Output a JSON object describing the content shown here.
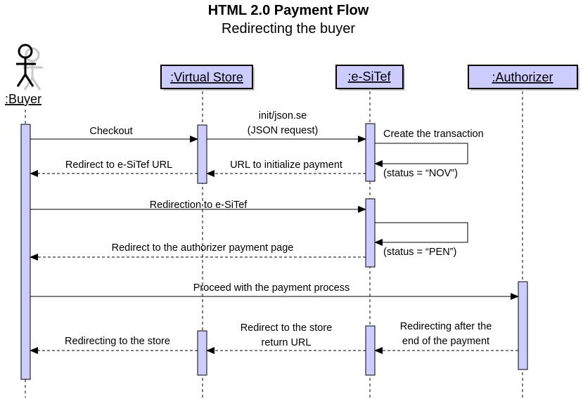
{
  "title": "HTML 2.0 Payment Flow",
  "subtitle": "Redirecting the buyer",
  "participants": {
    "buyer": ":Buyer",
    "store": ":Virtual Store",
    "esitef": ":e-SiTef",
    "authorizer": ":Authorizer"
  },
  "messages": {
    "checkout": "Checkout",
    "init_line1": "init/json.se",
    "init_line2": "(JSON request)",
    "create_tx": "Create the transaction",
    "url_init": "URL to initialize payment",
    "redirect_esitef_url": "Redirect to e-SiTef URL",
    "status_nov": "(status = “NOV”)",
    "redirection_esitef": "Redirection to e-SiTef",
    "status_pen": "(status = “PEN”)",
    "redirect_authorizer": "Redirect to the authorizer payment page",
    "proceed": "Proceed with the payment process",
    "redirecting_after_line1": "Redirecting  after the",
    "redirecting_after_line2": "end of the payment",
    "redirect_store_line1": "Redirect to the store",
    "redirect_store_line2": "return URL",
    "redirecting_store": "Redirecting  to the store"
  },
  "colors": {
    "activation_fill": "#ccccff",
    "participant_fill": "#ccccff",
    "actor_shadow": "#c8c8c8"
  }
}
